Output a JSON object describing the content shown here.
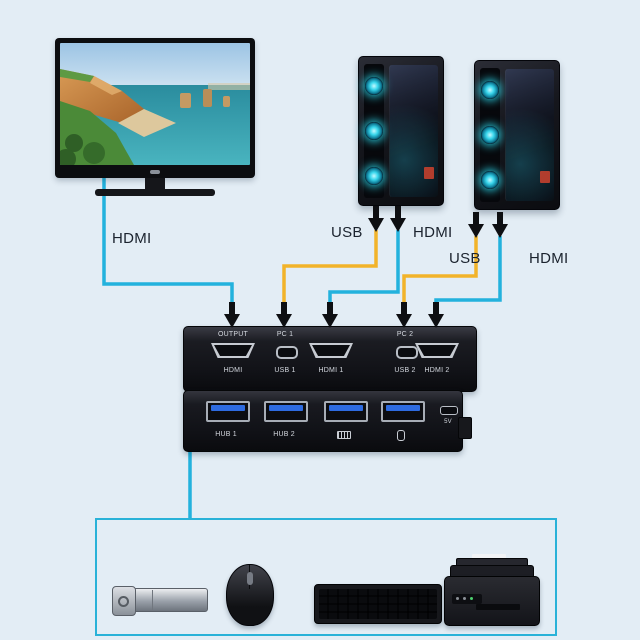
{
  "colors": {
    "background": "#e3edf5",
    "hdmi_cable": "#23b2dd",
    "usb_cable": "#f2b32a",
    "arrow": "#0e0f12",
    "peripherals_box_border": "#29b2d8"
  },
  "cable_labels": {
    "monitor_hdmi": "HDMI",
    "pc1_usb": "USB",
    "pc1_hdmi": "HDMI",
    "pc2_usb": "USB",
    "pc2_hdmi": "HDMI"
  },
  "kvm_switch": {
    "output_label": "OUTPUT",
    "pc1_label": "PC 1",
    "pc2_label": "PC 2",
    "port_labels": [
      "HDMI",
      "USB 1",
      "HDMI 1",
      "USB 2",
      "HDMI 2"
    ]
  },
  "usb_hub": {
    "hub1_label": "HUB 1",
    "hub2_label": "HUB 2",
    "power_label": "5V",
    "port_icons": [
      "keyboard-icon",
      "mouse-icon"
    ]
  },
  "devices": [
    "monitor",
    "pc-tower-1",
    "pc-tower-2",
    "kvm-switch",
    "usb-hub",
    "usb-flash-drive",
    "mouse",
    "keyboard",
    "printer"
  ]
}
